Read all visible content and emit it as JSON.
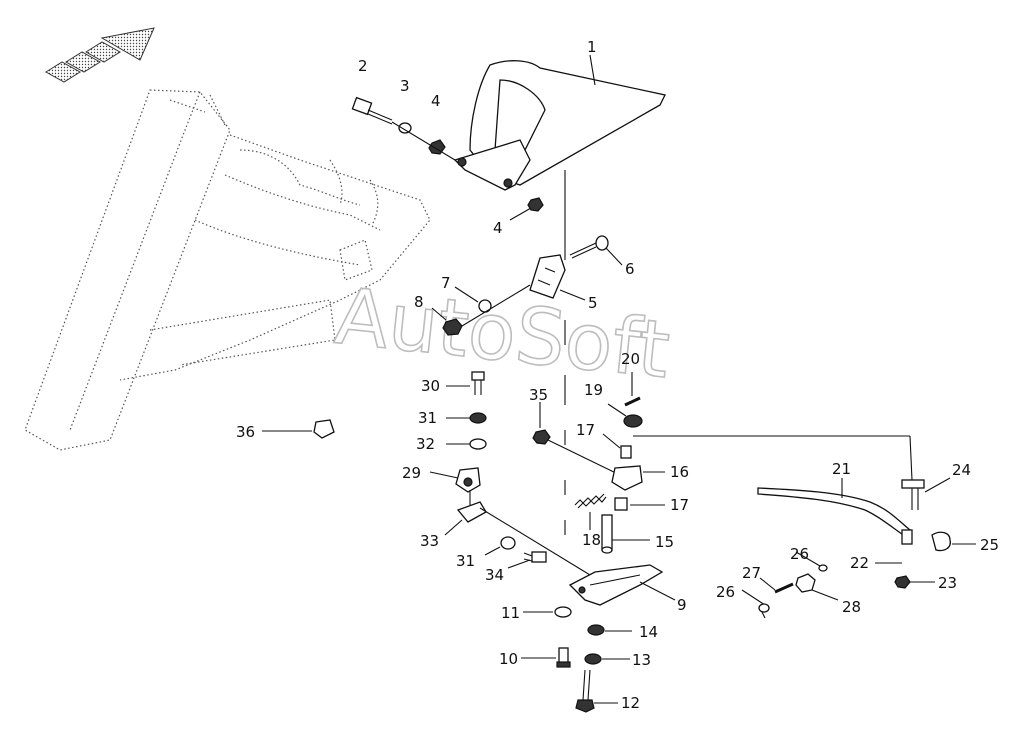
{
  "watermark": "AutoSoft",
  "labels": {
    "l1": "1",
    "l2": "2",
    "l3": "3",
    "l4a": "4",
    "l4b": "4",
    "l5": "5",
    "l6": "6",
    "l7": "7",
    "l8": "8",
    "l9": "9",
    "l10": "10",
    "l11": "11",
    "l12": "12",
    "l13": "13",
    "l14": "14",
    "l15": "15",
    "l16": "16",
    "l17a": "17",
    "l17b": "17",
    "l18": "18",
    "l19": "19",
    "l20": "20",
    "l21": "21",
    "l22": "22",
    "l23": "23",
    "l24": "24",
    "l25": "25",
    "l26a": "26",
    "l26b": "26",
    "l27": "27",
    "l28": "28",
    "l29": "29",
    "l30": "30",
    "l31a": "31",
    "l31b": "31",
    "l32": "32",
    "l33": "33",
    "l34": "34",
    "l35": "35",
    "l36": "36"
  }
}
